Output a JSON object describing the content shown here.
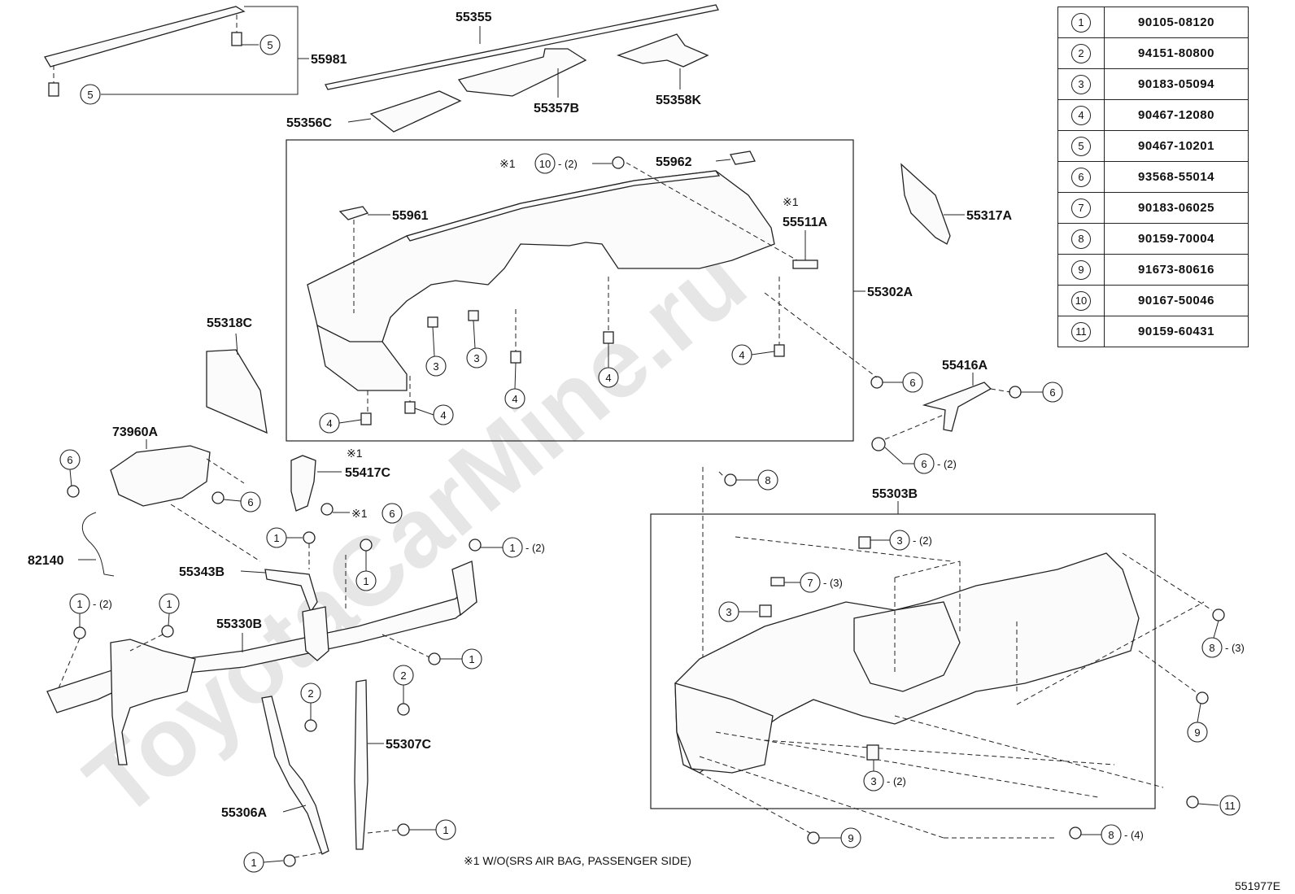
{
  "footnote": "※1 W/O(SRS AIR BAG, PASSENGER SIDE)",
  "figure_code": "551977E",
  "watermark": "ToyotaCarMine.ru",
  "legend": [
    {
      "num": "1",
      "part": "90105-08120"
    },
    {
      "num": "2",
      "part": "94151-80800"
    },
    {
      "num": "3",
      "part": "90183-05094"
    },
    {
      "num": "4",
      "part": "90467-12080"
    },
    {
      "num": "5",
      "part": "90467-10201"
    },
    {
      "num": "6",
      "part": "93568-55014"
    },
    {
      "num": "7",
      "part": "90183-06025"
    },
    {
      "num": "8",
      "part": "90159-70004"
    },
    {
      "num": "9",
      "part": "91673-80616"
    },
    {
      "num": "10",
      "part": "90167-50046"
    },
    {
      "num": "11",
      "part": "90159-60431"
    }
  ],
  "labels": {
    "p55355": "55355",
    "p55981": "55981",
    "p55356c": "55356C",
    "p55357b": "55357B",
    "p55358k": "55358K",
    "p55962": "55962",
    "p55961": "55961",
    "p55511a": "55511A",
    "p55317a": "55317A",
    "p55302a": "55302A",
    "p55318c": "55318C",
    "p55416a": "55416A",
    "p73960a": "73960A",
    "p55417c": "55417C",
    "p82140": "82140",
    "p55343b": "55343B",
    "p55303b": "55303B",
    "p55330b": "55330B",
    "p55307c": "55307C",
    "p55306a": "55306A"
  },
  "marks": {
    "ref": "※1",
    "q2": "- (2)",
    "q3": "- (3)",
    "q4": "- (4)"
  },
  "callouts": {
    "c5a": "5",
    "c5b": "5",
    "c10": "10",
    "c3a": "3",
    "c3b": "3",
    "c4a": "4",
    "c4b": "4",
    "c4c": "4",
    "c4d": "4",
    "c4e": "4",
    "c6a": "6",
    "c6b": "6",
    "c6c": "6",
    "c6d": "6",
    "c6e": "6",
    "c6f": "6",
    "c8a": "8",
    "c8b": "8",
    "c8c": "8",
    "c1a": "1",
    "c1b": "1",
    "c1c": "1",
    "c1d": "1",
    "c1e": "1",
    "c1f": "1",
    "c1g": "1",
    "c1h": "1",
    "c2a": "2",
    "c2b": "2",
    "c3c": "3",
    "c3d": "3",
    "c3e": "3",
    "c7": "7",
    "c9a": "9",
    "c9b": "9",
    "c11": "11"
  }
}
